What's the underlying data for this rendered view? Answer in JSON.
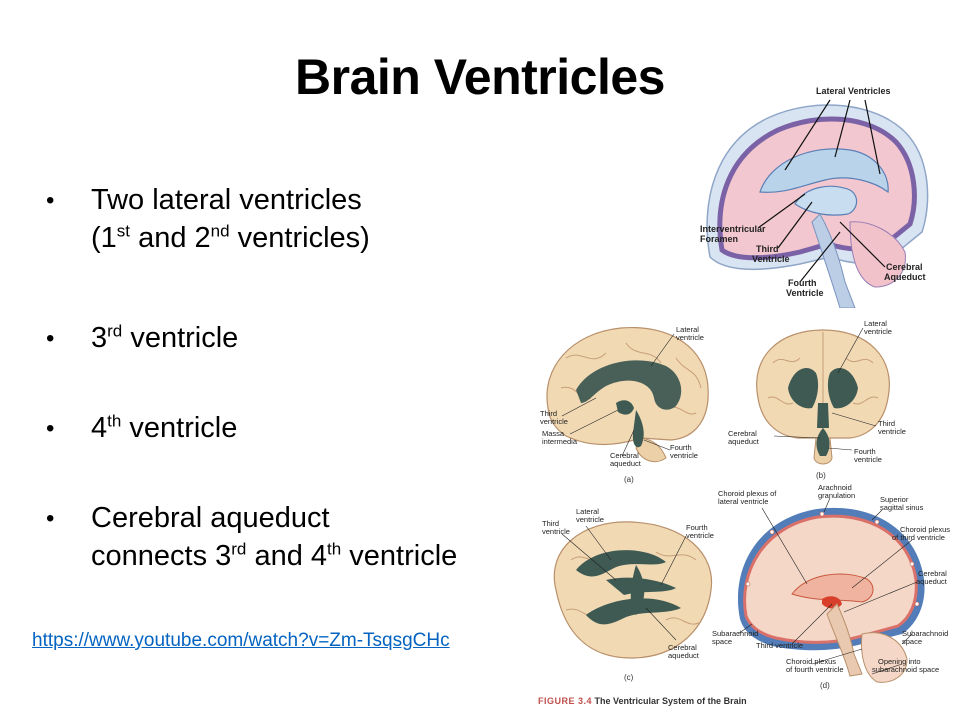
{
  "title": "Brain Ventricles",
  "bullets": [
    {
      "line1": "Two lateral ventricles",
      "line2_pre": "(1",
      "sup1": "st",
      "line2_mid": " and 2",
      "sup2": "nd",
      "line2_post": " ventricles)"
    },
    {
      "pre": "3",
      "sup": "rd",
      "post": " ventricle"
    },
    {
      "pre": "4",
      "sup": "th",
      "post": " ventricle"
    },
    {
      "line1": "Cerebral aqueduct",
      "line2_pre": "connects 3",
      "sup1": "rd",
      "line2_mid": " and 4",
      "sup2": "th",
      "line2_post": " ventricle"
    }
  ],
  "link": "https://www.youtube.com/watch?v=Zm-TsqsgCHc",
  "fig_top": {
    "labels": {
      "lateral": "Lateral Ventricles",
      "interventricular": "Interventricular",
      "foramen": "Foramen",
      "third1": "Third",
      "third2": "Ventricle",
      "fourth1": "Fourth",
      "fourth2": "Ventricle",
      "cerebral1": "Cerebral",
      "cerebral2": "Aqueduct"
    }
  },
  "fig_a": {
    "lateral1": "Lateral",
    "lateral2": "ventricle",
    "third1": "Third",
    "third2": "ventricle",
    "massa1": "Massa",
    "massa2": "intermedia",
    "cerebral1": "Cerebral",
    "cerebral2": "aqueduct",
    "fourth1": "Fourth",
    "fourth2": "ventricle",
    "cap": "(a)"
  },
  "fig_b": {
    "lateral1": "Lateral",
    "lateral2": "ventricle",
    "third1": "Third",
    "third2": "ventricle",
    "cerebral1": "Cerebral",
    "cerebral2": "aqueduct",
    "fourth1": "Fourth",
    "fourth2": "ventricle",
    "cap": "(b)"
  },
  "fig_c": {
    "third1": "Third",
    "third2": "ventricle",
    "lateral1": "Lateral",
    "lateral2": "ventricle",
    "fourth1": "Fourth",
    "fourth2": "ventricle",
    "cerebral1": "Cerebral",
    "cerebral2": "aqueduct",
    "cap": "(c)"
  },
  "fig_d": {
    "choroid_lat1": "Choroid plexus of",
    "choroid_lat2": "lateral ventricle",
    "arach1": "Arachnoid",
    "arach2": "granulation",
    "sup1": "Superior",
    "sup2": "sagittal sinus",
    "choroid_third1": "Choroid plexus",
    "choroid_third2": "of third ventricle",
    "cerebral1": "Cerebral",
    "cerebral2": "aqueduct",
    "sub1": "Subarachnoid",
    "sub2": "space",
    "third": "Third ventricle",
    "choroid_four1": "Choroid plexus",
    "choroid_four2": "of fourth ventricle",
    "sub_r1": "Subarachnoid",
    "sub_r2": "space",
    "open1": "Opening into",
    "open2": "subarachnoid space",
    "cap": "(d)"
  },
  "figure_caption": {
    "label": "FIGURE 3.4",
    "text": "The Ventricular System of the Brain"
  }
}
